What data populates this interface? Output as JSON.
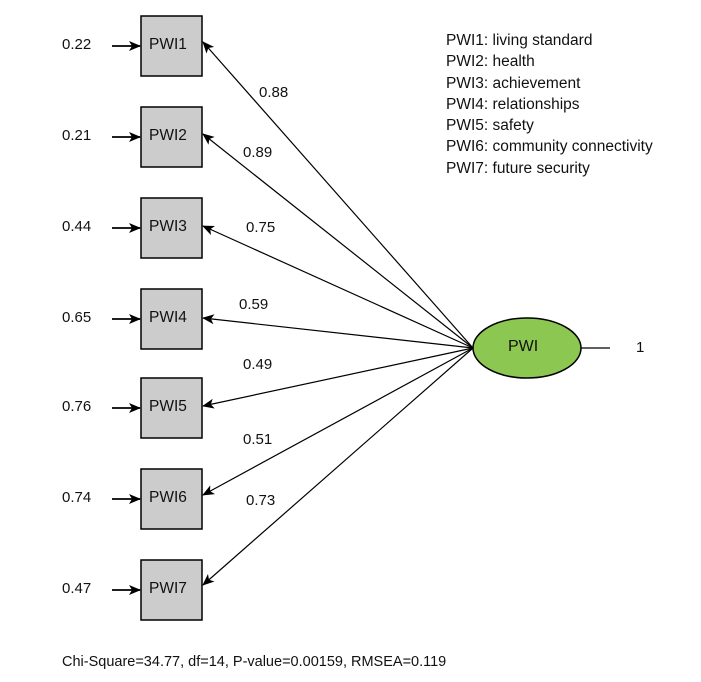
{
  "factor": {
    "label": "PWI",
    "variance": "1",
    "color": "#8cc751"
  },
  "indicators": [
    {
      "label": "PWI1",
      "error": "0.22",
      "loading": "0.88"
    },
    {
      "label": "PWI2",
      "error": "0.21",
      "loading": "0.89"
    },
    {
      "label": "PWI3",
      "error": "0.44",
      "loading": "0.75"
    },
    {
      "label": "PWI4",
      "error": "0.65",
      "loading": "0.59"
    },
    {
      "label": "PWI5",
      "error": "0.76",
      "loading": "0.49"
    },
    {
      "label": "PWI6",
      "error": "0.74",
      "loading": "0.51"
    },
    {
      "label": "PWI7",
      "error": "0.47",
      "loading": "0.73"
    }
  ],
  "legend": [
    "PWI1: living standard",
    "PWI2: health",
    "PWI3: achievement",
    "PWI4: relationships",
    "PWI5: safety",
    "PWI6: community connectivity",
    "PWI7: future security"
  ],
  "fit_stats": "Chi-Square=34.77,  df=14, P-value=0.00159, RMSEA=0.119"
}
